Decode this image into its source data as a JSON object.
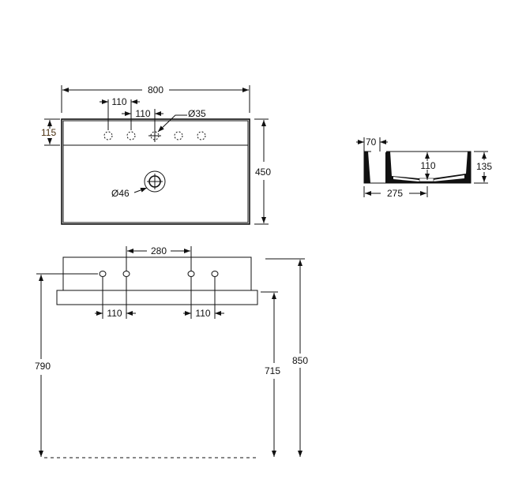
{
  "top_view": {
    "width": "800",
    "depth": "450",
    "deck_depth": "115",
    "hole_spacing_1": "110",
    "hole_spacing_2": "110",
    "tap_hole_diameter": "Ø35",
    "drain_diameter": "Ø46"
  },
  "side_view": {
    "wall": "70",
    "depth": "275",
    "inner_depth": "110",
    "height": "135"
  },
  "front_view": {
    "hole_spacing_center": "280",
    "hole_spacing_left": "110",
    "hole_spacing_right": "110",
    "tap_height": "790",
    "counter_height": "715",
    "total_height": "850"
  }
}
